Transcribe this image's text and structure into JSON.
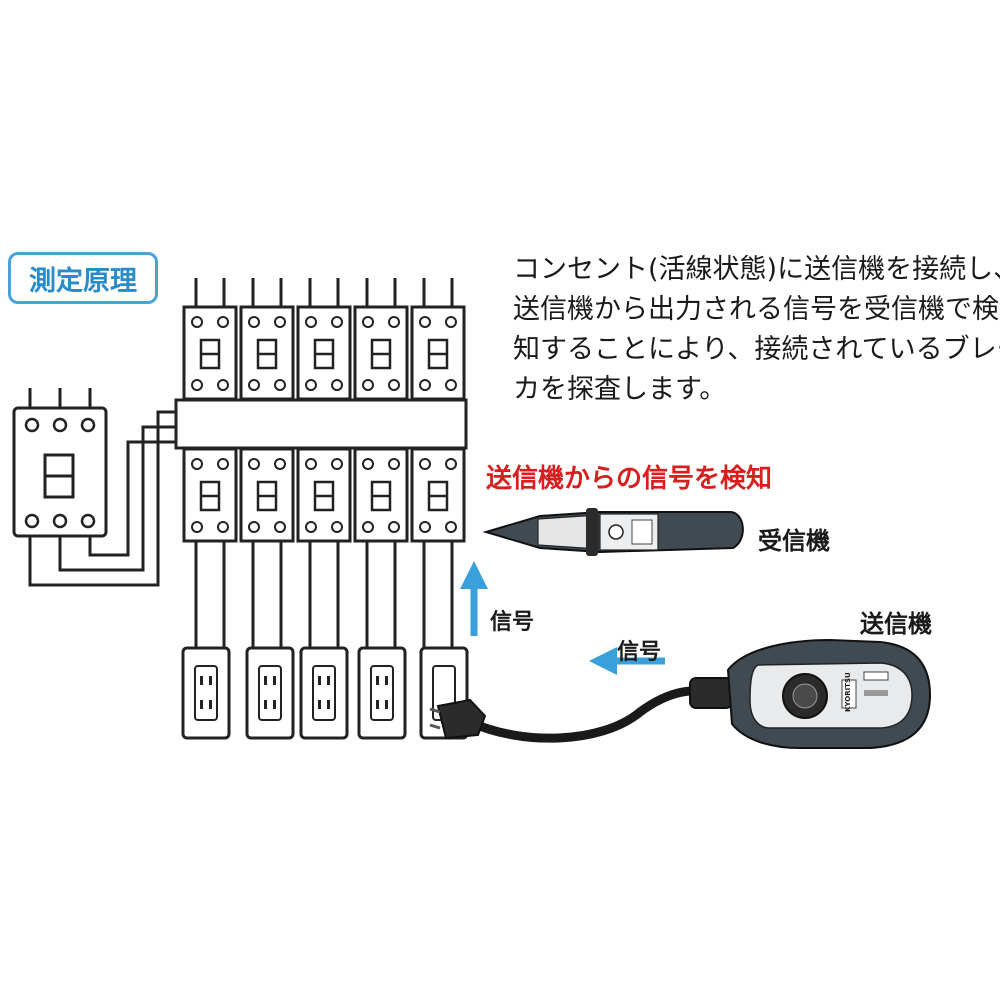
{
  "title": "測定原理",
  "description": {
    "line1": "コンセント(活線状態)に送信機を接続し、",
    "line2": "送信機から出力される信号を受信機で検",
    "line3": "知することにより、接続されているブレー",
    "line4": "カを探査します。"
  },
  "detect_label": "送信機からの信号を検知",
  "receiver_label": "受信機",
  "transmitter_label": "送信機",
  "signal_label_vertical": "信号",
  "signal_label_horizontal": "信号",
  "transmitter_brand": "KYORITSU",
  "colors": {
    "accent_blue": "#2a8bc9",
    "arrow_blue": "#3aa0dc",
    "alert_red": "#d81e1e",
    "device_dark": "#3f4a52"
  }
}
